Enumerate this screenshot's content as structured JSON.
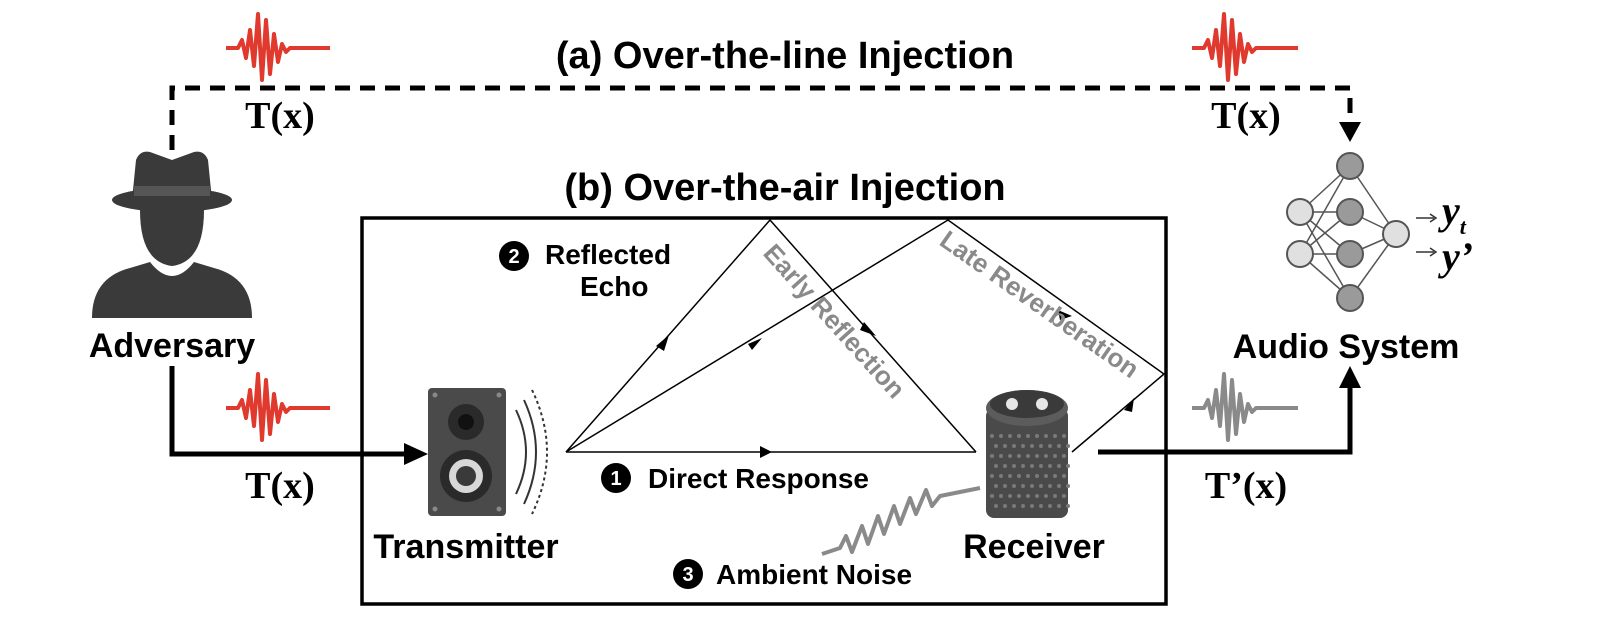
{
  "title_a": "(a) Over-the-line Injection",
  "title_b": "(b) Over-the-air Injection",
  "nodes": {
    "adversary": "Adversary",
    "transmitter": "Transmitter",
    "receiver": "Receiver",
    "audio_system": "Audio System"
  },
  "signals": {
    "tx_top_left": "T(x)",
    "tx_top_right": "T(x)",
    "tx_bottom": "T(x)",
    "tx_prime": "T’(x)"
  },
  "outputs": {
    "y_target": "y",
    "y_target_sub": "t",
    "y_prime": "y’"
  },
  "paths": {
    "direct": {
      "num": "1",
      "label": "Direct Response"
    },
    "reflected": {
      "num": "2",
      "label_line1": "Reflected",
      "label_line2": "Echo"
    },
    "ambient": {
      "num": "3",
      "label": "Ambient Noise"
    },
    "early_reflection": "Early Reflection",
    "late_reverberation": "Late Reverberation"
  },
  "colors": {
    "attack_signal": "#e03a2f",
    "received_signal": "#8a8a8a",
    "dark": "#3a3a3a"
  }
}
